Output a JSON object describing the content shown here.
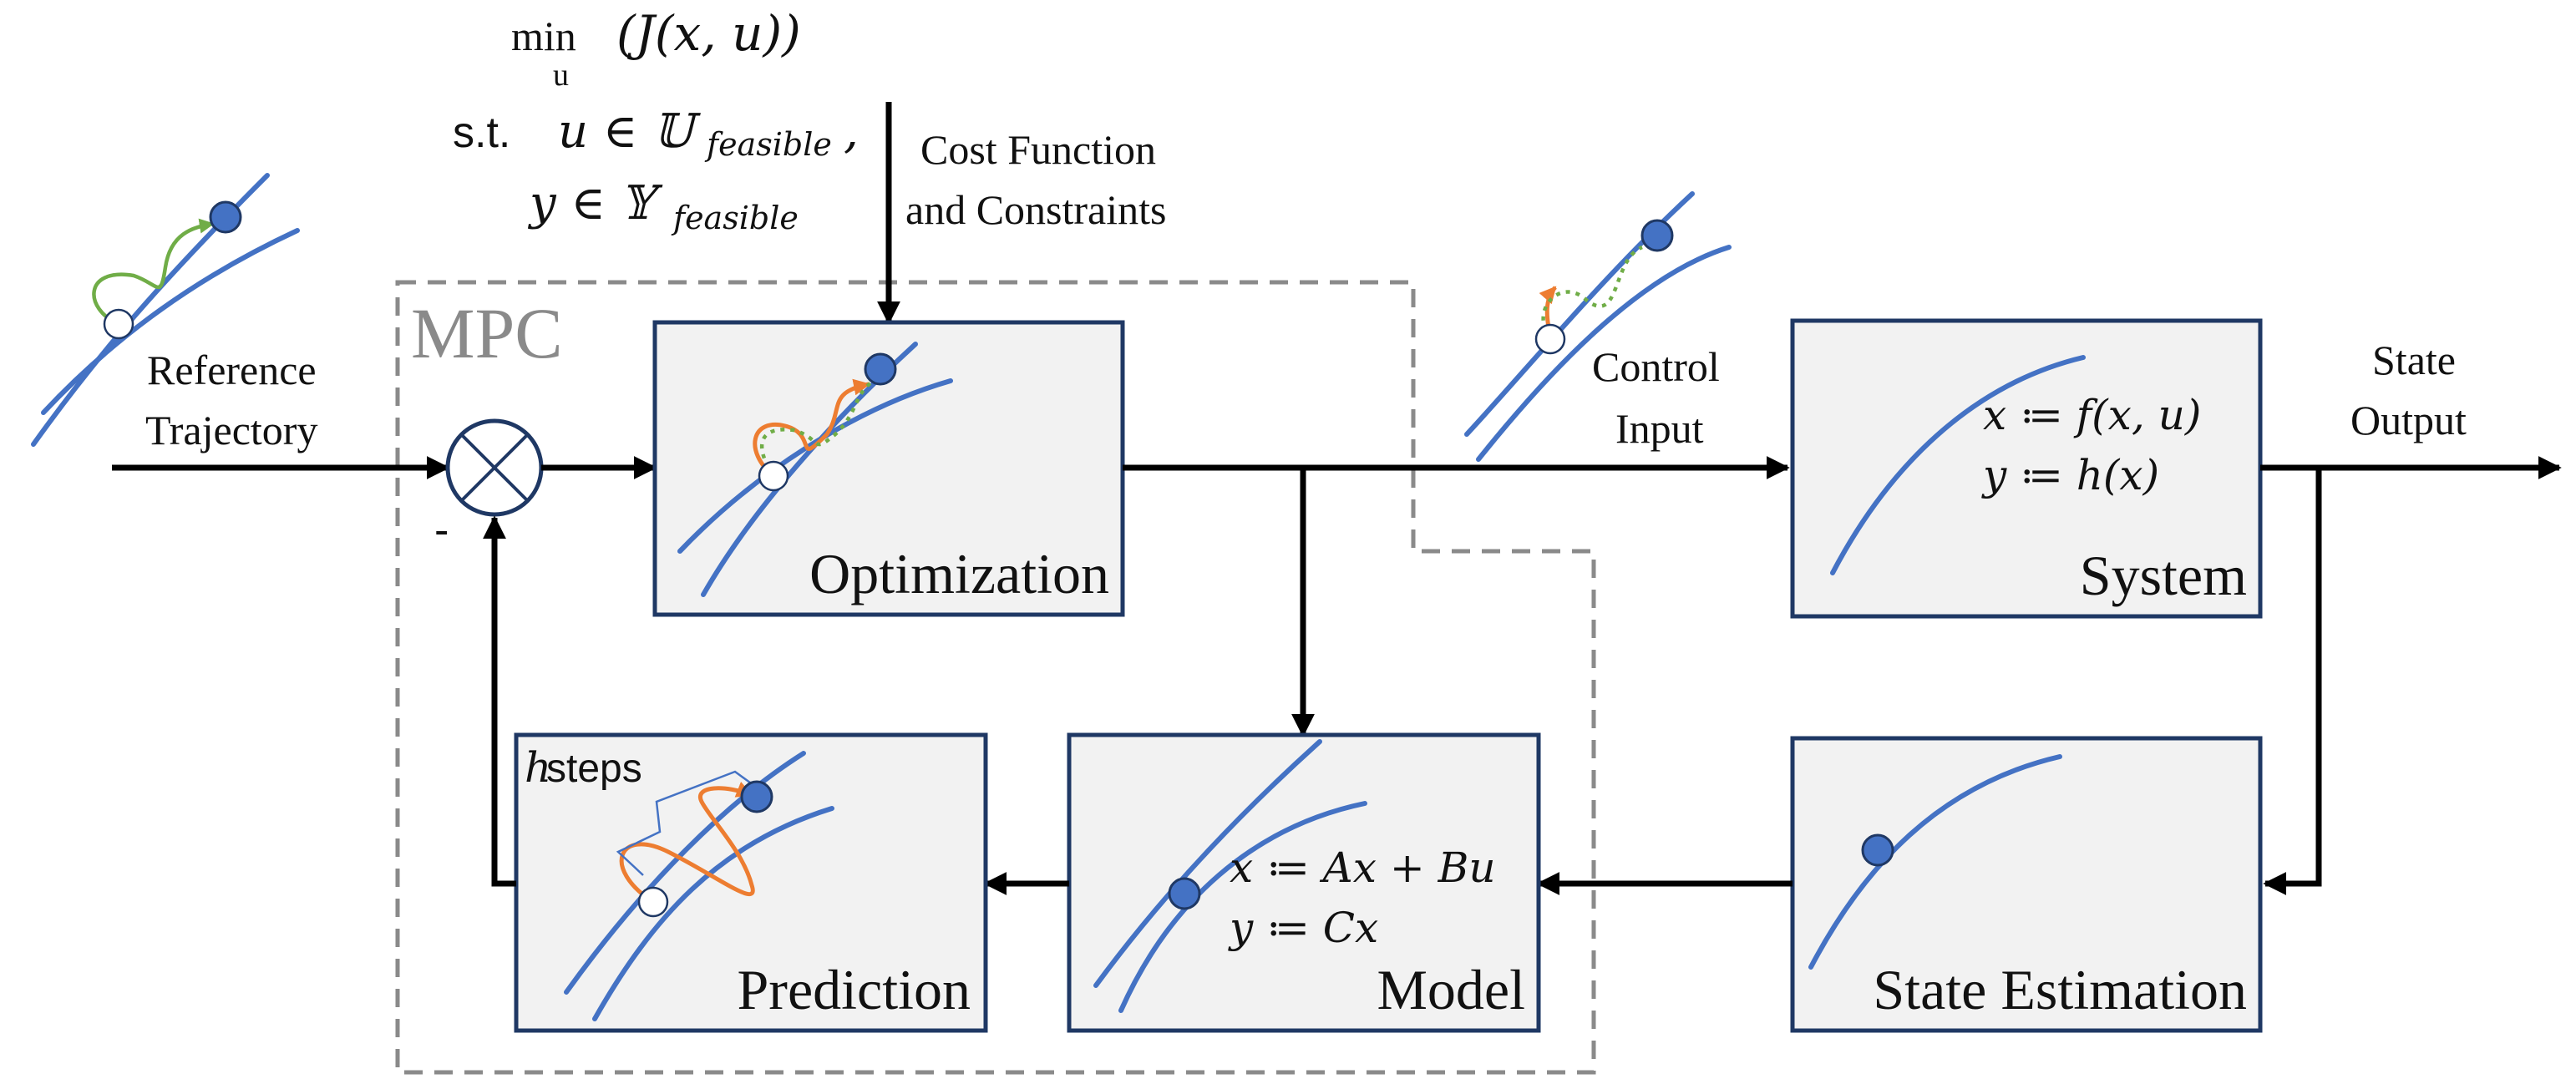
{
  "cost": {
    "min_text": "min",
    "min_sub": "u",
    "objective": "(J(x, u))",
    "st_label": "s.t.",
    "constraint_u": "u ∈ 𝕌",
    "constraint_u_sub": "feasible",
    "constraint_u_comma": ",",
    "constraint_y": "y ∈ 𝕐",
    "constraint_y_sub": "feasible",
    "label_line1": "Cost Function",
    "label_line2": "and Constraints"
  },
  "mpc": {
    "label": "MPC"
  },
  "reference": {
    "line1": "Reference",
    "line2": "Trajectory"
  },
  "feedback_sign": "-",
  "control_input": {
    "line1": "Control",
    "line2": "Input"
  },
  "state_output": {
    "line1": "State",
    "line2": "Output"
  },
  "blocks": {
    "optimization": {
      "label": "Optimization"
    },
    "system": {
      "label": "System",
      "eq1": "x ≔ f(x, u)",
      "eq2": "y ≔ h(x)"
    },
    "prediction": {
      "label": "Prediction",
      "h_var": "h",
      "steps": " steps"
    },
    "model": {
      "label": "Model",
      "eq1": "x ≔ Ax + Bu",
      "eq2": "y ≔ Cx"
    },
    "state_estimation": {
      "label": "State Estimation"
    }
  },
  "colors": {
    "curve": "#4472c4",
    "block_border": "#1f3864",
    "block_fill": "#f2f2f2",
    "orange_trajectory": "#ed7d31",
    "green_trajectory": "#70ad47",
    "mpc_boundary": "#8a8a8a"
  },
  "icons": {
    "summing_junction": "summing-junction-icon",
    "arrow": "arrow-icon"
  }
}
